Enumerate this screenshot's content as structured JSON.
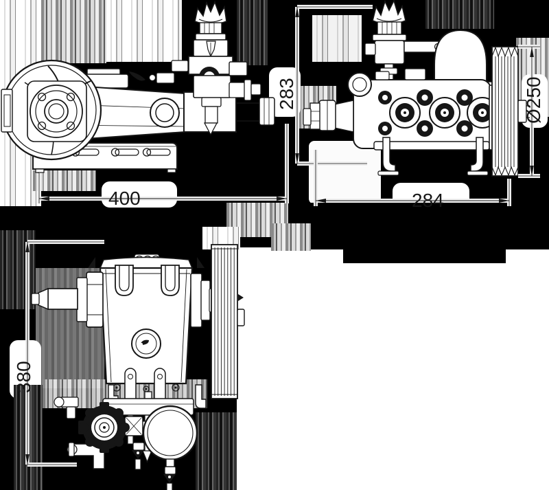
{
  "drawing": {
    "dimensions": {
      "side_view_length": "400",
      "front_view_height": "283",
      "pulley_diameter": "Ø250",
      "front_view_width": "284",
      "top_view_width": "380"
    }
  }
}
